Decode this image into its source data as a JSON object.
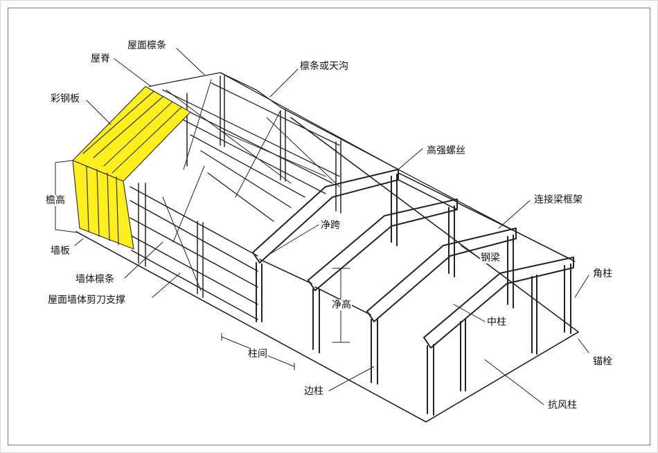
{
  "labels": {
    "roof_purlin": "屋面檩条",
    "ridge": "屋脊",
    "color_steel_plate": "彩钢板",
    "eave_height": "檐高",
    "wall_panel": "墙板",
    "wall_purlin": "墙体檩条",
    "roof_wall_bracing": "屋面墙体剪刀支撑",
    "purlin_or_gutter": "檩条或天沟",
    "hs_bolt": "高强螺丝",
    "tie_beam_frame": "连接梁框架",
    "clear_span": "净跨",
    "steel_beam": "钢梁",
    "corner_column": "角柱",
    "clear_height": "净高",
    "middle_column": "中柱",
    "anchor_bolt": "锚栓",
    "column_spacing": "柱间",
    "side_column": "边柱",
    "wind_column": "抗风柱"
  },
  "colors": {
    "panel_yellow": "#FFEF1C",
    "line": "#222222",
    "fill": "#ffffff"
  }
}
